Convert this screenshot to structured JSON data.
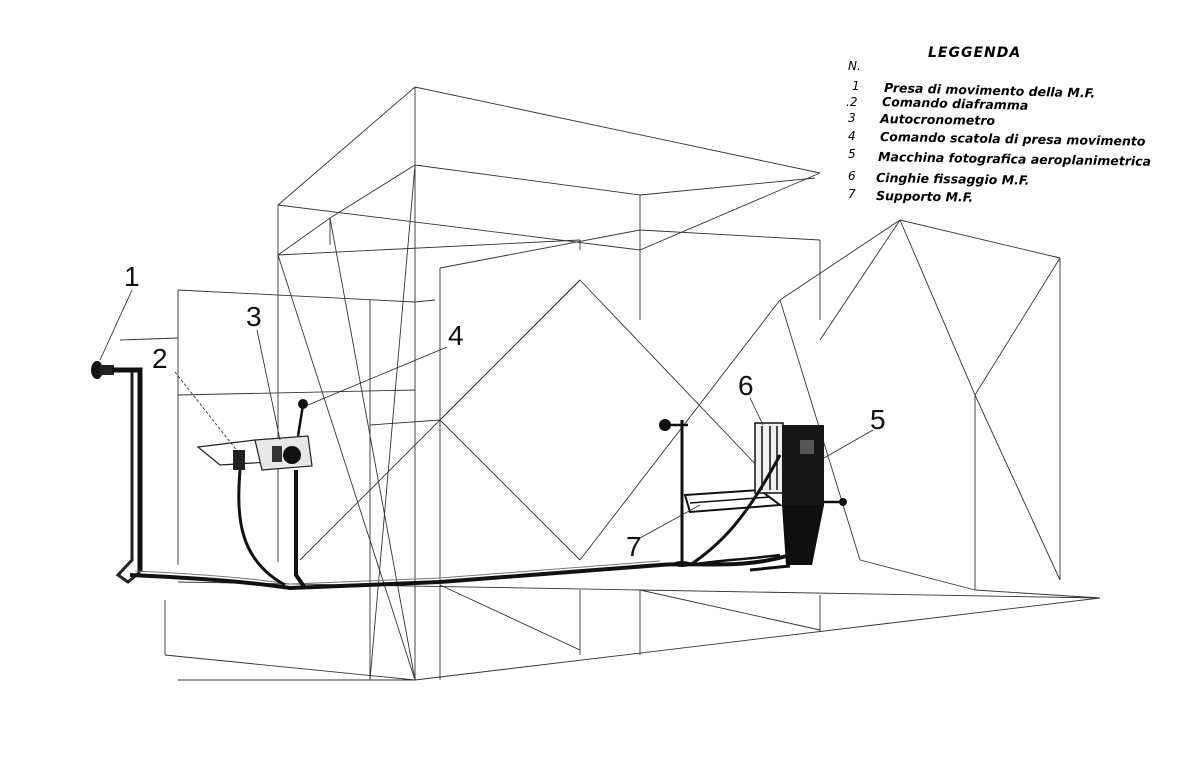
{
  "legend": {
    "title": "LEGGENDA",
    "header": "N.",
    "items": [
      {
        "num": "1",
        "text": "Presa di movimento della M.F."
      },
      {
        "num": ".2",
        "text": "Comando diaframma"
      },
      {
        "num": "3",
        "text": "Autocronometro"
      },
      {
        "num": "4",
        "text": "Comando scatola di presa movimento"
      },
      {
        "num": "5",
        "text": "Macchina fotografica aeroplanimetrica"
      },
      {
        "num": "6",
        "text": "Cinghie fissaggio M.F."
      },
      {
        "num": "7",
        "text": "Supporto M.F."
      }
    ]
  },
  "callouts": [
    "1",
    "2",
    "3",
    "4",
    "5",
    "6",
    "7"
  ],
  "colors": {
    "ink": "#1a1a1a",
    "frame": "#3a3a3a",
    "paper": "#ffffff"
  }
}
